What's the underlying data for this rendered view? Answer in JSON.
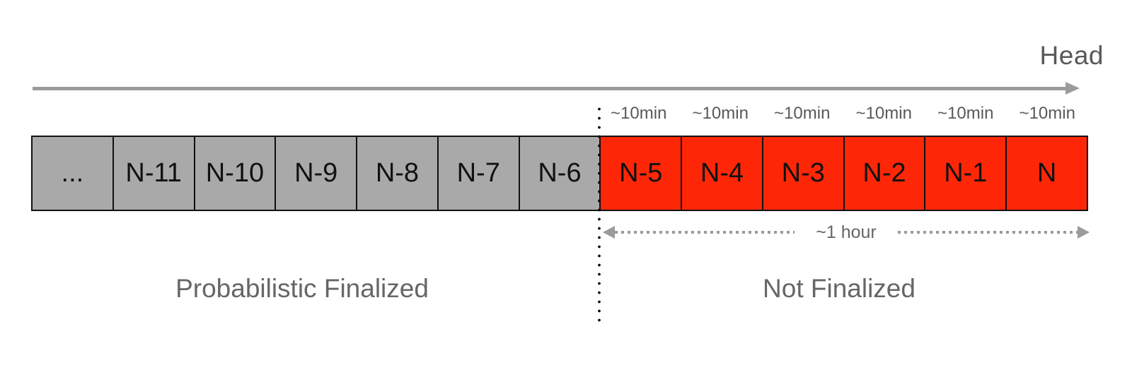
{
  "timeline": {
    "head_label": "Head"
  },
  "blocks": [
    {
      "label": "...",
      "state": "finalized"
    },
    {
      "label": "N-11",
      "state": "finalized"
    },
    {
      "label": "N-10",
      "state": "finalized"
    },
    {
      "label": "N-9",
      "state": "finalized"
    },
    {
      "label": "N-8",
      "state": "finalized"
    },
    {
      "label": "N-7",
      "state": "finalized"
    },
    {
      "label": "N-6",
      "state": "finalized"
    },
    {
      "label": "N-5",
      "state": "not_finalized"
    },
    {
      "label": "N-4",
      "state": "not_finalized"
    },
    {
      "label": "N-3",
      "state": "not_finalized"
    },
    {
      "label": "N-2",
      "state": "not_finalized"
    },
    {
      "label": "N-1",
      "state": "not_finalized"
    },
    {
      "label": "N",
      "state": "not_finalized"
    }
  ],
  "minute_labels": [
    "~10min",
    "~10min",
    "~10min",
    "~10min",
    "~10min",
    "~10min"
  ],
  "duration_label": "~1 hour",
  "regions": {
    "finalized_label": "Probabilistic Finalized",
    "not_finalized_label": "Not Finalized"
  },
  "colors": {
    "finalized_block": "#A9A9A9",
    "not_finalized_block": "#FD2708",
    "arrow": "#9B9B9B",
    "text_gray": "#595959"
  }
}
